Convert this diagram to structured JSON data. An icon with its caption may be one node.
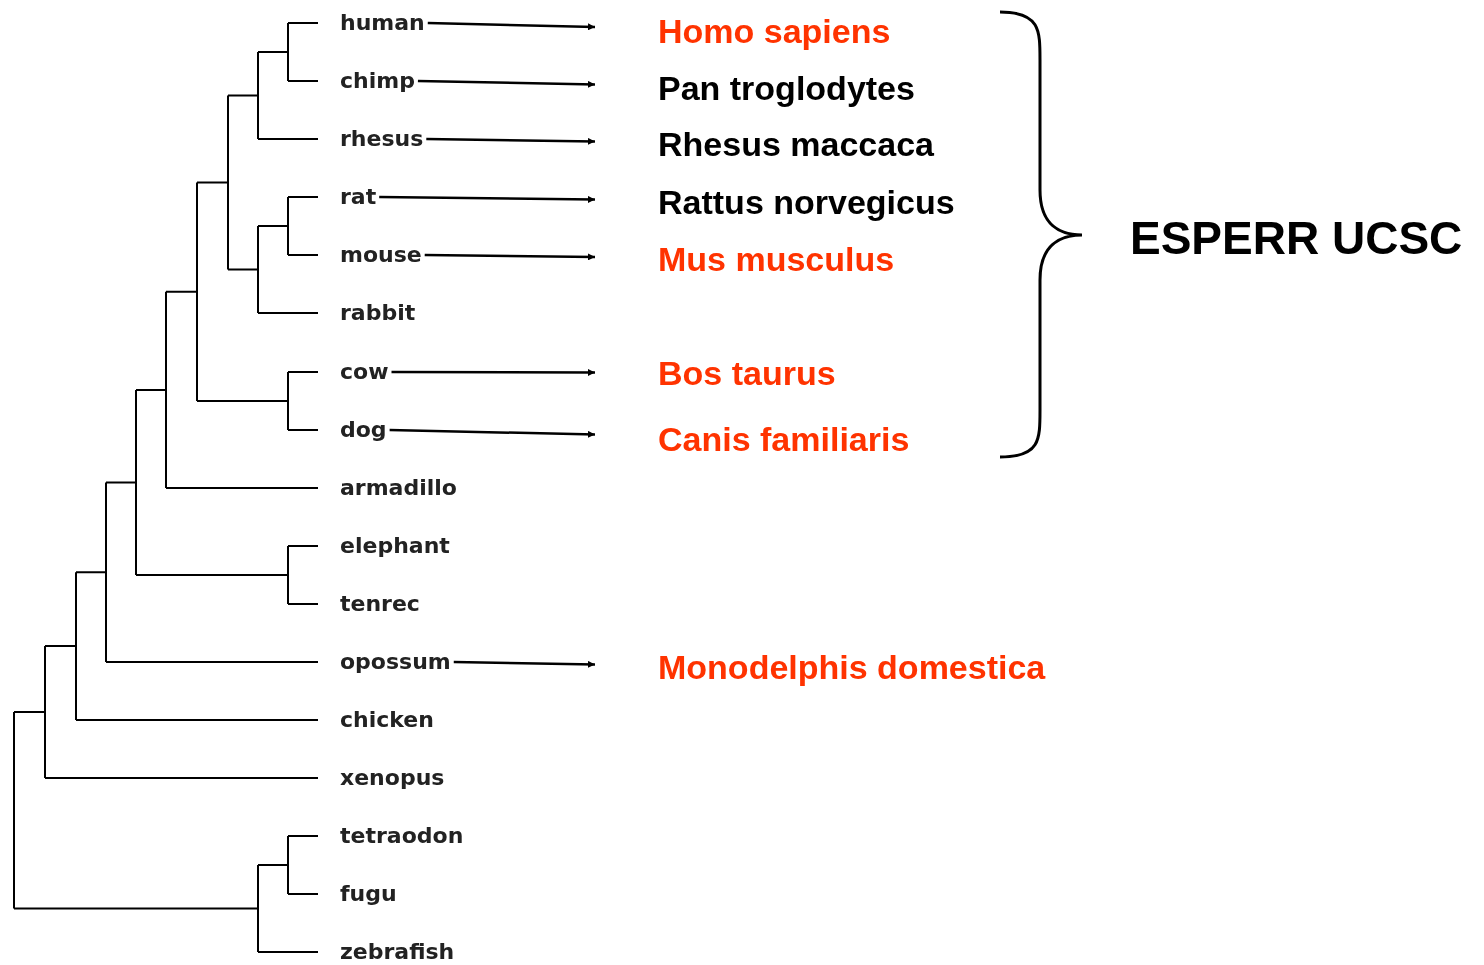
{
  "diagram": {
    "nodes": [
      {
        "text": [
          "human"
        ]
      },
      {
        "text": [
          "chimp"
        ]
      },
      {
        "text": [
          "rhesus"
        ]
      },
      {
        "text": [
          "rat"
        ]
      },
      {
        "text": [
          "mouse"
        ]
      },
      {
        "text": [
          "rabbit"
        ]
      },
      {
        "text": [
          "cow"
        ]
      },
      {
        "text": [
          "dog"
        ]
      },
      {
        "text": [
          "armadillo"
        ]
      },
      {
        "text": [
          "elephant"
        ]
      },
      {
        "text": [
          "tenrec"
        ]
      },
      {
        "text": [
          "opossum"
        ]
      },
      {
        "text": [
          "chicken"
        ]
      },
      {
        "text": [
          "xenopus"
        ]
      },
      {
        "text": [
          "tetraodon"
        ]
      },
      {
        "text": [
          "fugu"
        ]
      },
      {
        "text": [
          "zebrafish"
        ]
      },
      {
        "text": [
          "Homo sapiens"
        ]
      },
      {
        "text": [
          "Pan troglodytes"
        ]
      },
      {
        "text": [
          "Rhesus maccaca"
        ]
      },
      {
        "text": [
          "Rattus norvegicus"
        ]
      },
      {
        "text": [
          "Mus musculus"
        ]
      },
      {
        "text": [
          "Bos taurus"
        ]
      },
      {
        "text": [
          "Canis familiaris"
        ]
      },
      {
        "text": [
          "Monodelphis domestica"
        ]
      }
    ],
    "edges": [
      {
        "from": 0,
        "to": 17,
        "arrow": "to"
      },
      {
        "from": 1,
        "to": 18,
        "arrow": "to"
      },
      {
        "from": 2,
        "to": 19,
        "arrow": "to"
      },
      {
        "from": 3,
        "to": 20,
        "arrow": "to"
      },
      {
        "from": 4,
        "to": 21,
        "arrow": "to"
      },
      {
        "from": 6,
        "to": 22,
        "arrow": "to"
      },
      {
        "from": 7,
        "to": 23,
        "arrow": "to"
      },
      {
        "from": 11,
        "to": 24,
        "arrow": "to"
      }
    ],
    "labels": [
      "ESPERR UCSC"
    ]
  }
}
